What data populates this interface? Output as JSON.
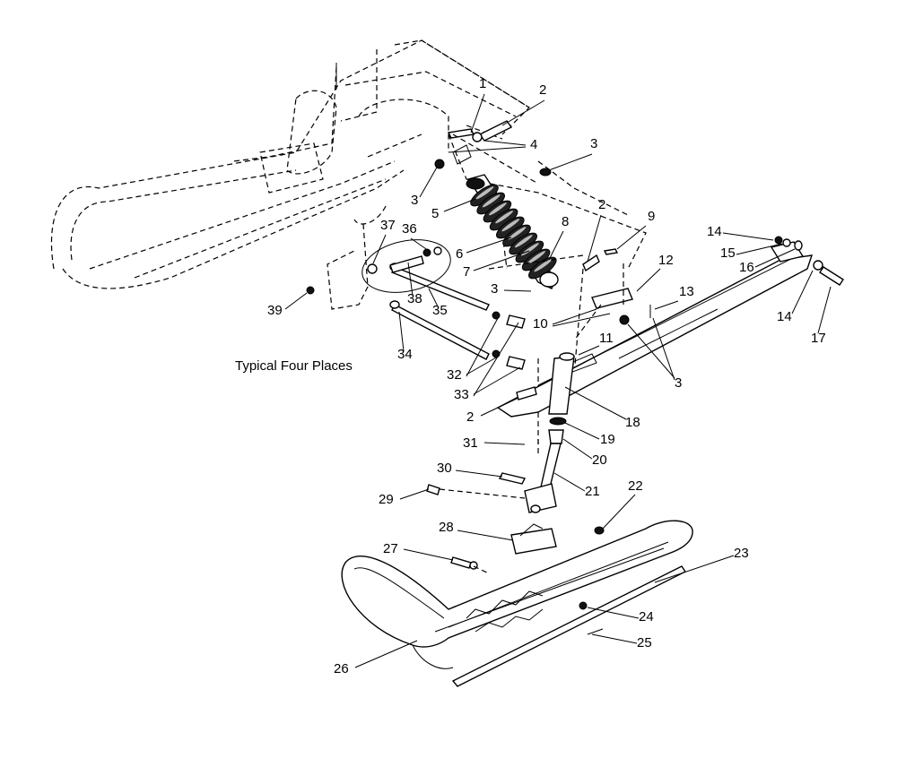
{
  "callouts": [
    {
      "id": "c1",
      "label": "1"
    },
    {
      "id": "c2a",
      "label": "2"
    },
    {
      "id": "c3a",
      "label": "3"
    },
    {
      "id": "c4",
      "label": "4"
    },
    {
      "id": "c3b",
      "label": "3"
    },
    {
      "id": "c5",
      "label": "5"
    },
    {
      "id": "c6",
      "label": "6"
    },
    {
      "id": "c7",
      "label": "7"
    },
    {
      "id": "c8",
      "label": "8"
    },
    {
      "id": "c2b",
      "label": "2"
    },
    {
      "id": "c9",
      "label": "9"
    },
    {
      "id": "c14a",
      "label": "14"
    },
    {
      "id": "c15",
      "label": "15"
    },
    {
      "id": "c16",
      "label": "16"
    },
    {
      "id": "c12",
      "label": "12"
    },
    {
      "id": "c13",
      "label": "13"
    },
    {
      "id": "c14b",
      "label": "14"
    },
    {
      "id": "c17",
      "label": "17"
    },
    {
      "id": "c37",
      "label": "37"
    },
    {
      "id": "c36",
      "label": "36"
    },
    {
      "id": "c39",
      "label": "39"
    },
    {
      "id": "c38",
      "label": "38"
    },
    {
      "id": "c35",
      "label": "35"
    },
    {
      "id": "c3c",
      "label": "3"
    },
    {
      "id": "c10",
      "label": "10"
    },
    {
      "id": "c11",
      "label": "11"
    },
    {
      "id": "c34",
      "label": "34"
    },
    {
      "id": "c32",
      "label": "32"
    },
    {
      "id": "c33",
      "label": "33"
    },
    {
      "id": "c3d",
      "label": "3"
    },
    {
      "id": "c2c",
      "label": "2"
    },
    {
      "id": "c18",
      "label": "18"
    },
    {
      "id": "c31",
      "label": "31"
    },
    {
      "id": "c19",
      "label": "19"
    },
    {
      "id": "c20",
      "label": "20"
    },
    {
      "id": "c30",
      "label": "30"
    },
    {
      "id": "c21",
      "label": "21"
    },
    {
      "id": "c29",
      "label": "29"
    },
    {
      "id": "c22",
      "label": "22"
    },
    {
      "id": "c28",
      "label": "28"
    },
    {
      "id": "c27",
      "label": "27"
    },
    {
      "id": "c23",
      "label": "23"
    },
    {
      "id": "c24",
      "label": "24"
    },
    {
      "id": "c25",
      "label": "25"
    },
    {
      "id": "c26",
      "label": "26"
    }
  ],
  "caption": "Typical Four Places"
}
